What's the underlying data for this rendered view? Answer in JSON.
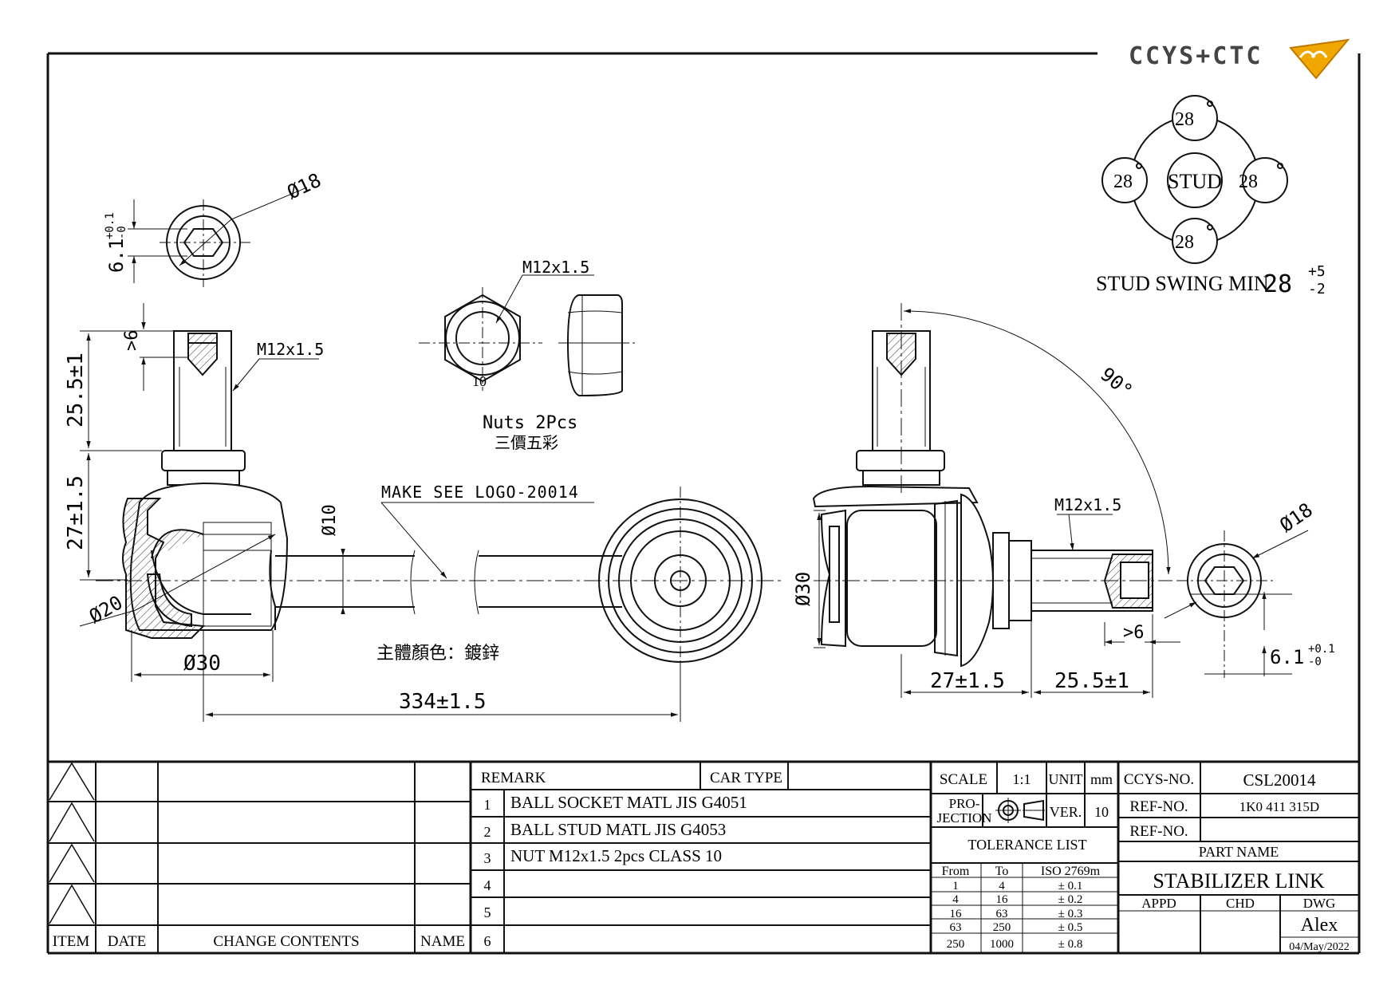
{
  "logo": {
    "text": "CCYS+CTC"
  },
  "stud_swing": {
    "label": "STUD SWING MIN",
    "value": "28",
    "tol_upper": "+5",
    "tol_lower": "-2",
    "center": "STUD",
    "angle": "28"
  },
  "left_view": {
    "dia_top": "Ø18",
    "hex_dim": "6.1",
    "hex_tol_upper": "+0.1",
    "hex_tol_lower": "-0",
    "hex_depth": ">6",
    "thread": "M12x1.5",
    "thread_len": "25.5±1",
    "body_len": "27±1.5",
    "ball_dia": "Ø20",
    "socket_dia": "Ø30",
    "rod_dia": "Ø10",
    "overall": "334±1.5",
    "logo_note": "MAKE SEE LOGO-20014",
    "finish_note": "主體顏色：鍍鋅"
  },
  "nut": {
    "thread": "M12x1.5",
    "label": "Nuts 2Pcs",
    "vendor": "三價五彩",
    "grade": "10"
  },
  "right_view": {
    "angle": "90°",
    "thread": "M12x1.5",
    "dia_end": "Ø18",
    "socket_dia": "Ø30",
    "hex_depth": ">6",
    "body_len": "27±1.5",
    "thread_len": "25.5±1",
    "hex_dim": "6.1",
    "hex_tol_upper": "+0.1",
    "hex_tol_lower": "-0"
  },
  "revision": {
    "headers": [
      "ITEM",
      "DATE",
      "CHANGE CONTENTS",
      "NAME"
    ]
  },
  "remarks": {
    "header": "REMARK",
    "car_type_label": "CAR TYPE",
    "rows": [
      {
        "no": "1",
        "text": "BALL SOCKET MATL JIS G4051"
      },
      {
        "no": "2",
        "text": "BALL STUD MATL JIS G4053"
      },
      {
        "no": "3",
        "text": "NUT M12x1.5 2pcs CLASS 10"
      },
      {
        "no": "4",
        "text": ""
      },
      {
        "no": "5",
        "text": ""
      },
      {
        "no": "6",
        "text": ""
      }
    ]
  },
  "title_block": {
    "scale_label": "SCALE",
    "scale": "1:1",
    "unit_label": "UNIT",
    "unit": "mm",
    "projection_label_1": "PRO-",
    "projection_label_2": "JECTION",
    "ver_label": "VER.",
    "ver": "10",
    "tolerance_title": "TOLERANCE LIST",
    "tol_headers": [
      "From",
      "To",
      "ISO 2769m"
    ],
    "tol_rows": [
      [
        "1",
        "4",
        "± 0.1"
      ],
      [
        "4",
        "16",
        "± 0.2"
      ],
      [
        "16",
        "63",
        "± 0.3"
      ],
      [
        "63",
        "250",
        "± 0.5"
      ],
      [
        "250",
        "1000",
        "± 0.8"
      ]
    ],
    "ccys_label": "CCYS-NO.",
    "ccys_no": "CSL20014",
    "ref_label": "REF-NO.",
    "ref_no": "1K0 411 315D",
    "ref_label_2": "REF-NO.",
    "ref_no_2": "",
    "part_name_label": "PART NAME",
    "part_name": "STABILIZER LINK",
    "appd_label": "APPD",
    "chd_label": "CHD",
    "dwg_label": "DWG",
    "drawer": "Alex",
    "date": "04/May/2022"
  }
}
